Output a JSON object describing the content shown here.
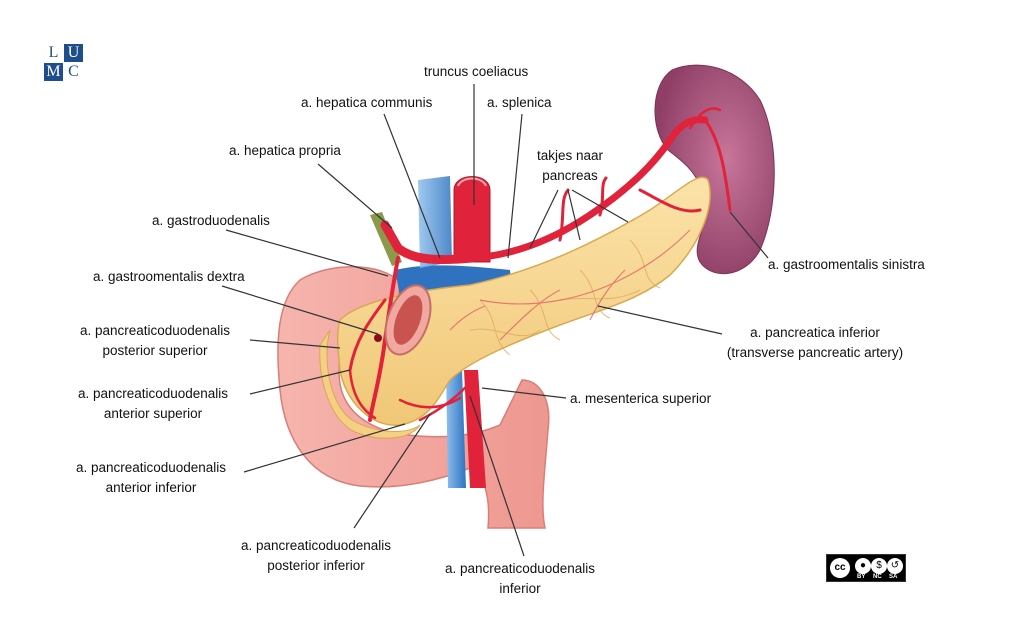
{
  "logo": {
    "l": "L",
    "u": "U",
    "m": "M",
    "c": "C"
  },
  "license": {
    "mark": "cc",
    "icons": [
      "person-icon",
      "no-dollar-icon",
      "share-alike-icon"
    ],
    "by": "BY",
    "nc": "NC",
    "sa": "SA"
  },
  "labels": {
    "truncus": "truncus coeliacus",
    "hepatica_communis": "a. hepatica communis",
    "splenica": "a. splenica",
    "hepatica_propria": "a. hepatica propria",
    "takjes_1": "takjes naar",
    "takjes_2": "pancreas",
    "gastroduodenalis": "a. gastroduodenalis",
    "gastroomentalis_sinistra": "a. gastroomentalis sinistra",
    "gastroomentalis_dextra": "a. gastroomentalis dextra",
    "pd_post_sup_1": "a. pancreaticoduodenalis",
    "pd_post_sup_2": "posterior superior",
    "pancreatica_inf_1": "a. pancreatica inferior",
    "pancreatica_inf_2": "(transverse pancreatic artery)",
    "pd_ant_sup_1": "a. pancreaticoduodenalis",
    "pd_ant_sup_2": "anterior superior",
    "mesenterica_sup": "a. mesenterica superior",
    "pd_ant_inf_1": "a. pancreaticoduodenalis",
    "pd_ant_inf_2": "anterior inferior",
    "pd_post_inf_1": "a. pancreaticoduodenalis",
    "pd_post_inf_2": "posterior inferior",
    "pd_inf_1": "a. pancreaticoduodenalis",
    "pd_inf_2": "inferior"
  },
  "colors": {
    "artery": "#e0233a",
    "vein": "#3a82c8",
    "pancreas": "#f7d58f",
    "duodenum": "#f2a6a0",
    "spleen": "#b0577e",
    "leader": "#333333"
  }
}
